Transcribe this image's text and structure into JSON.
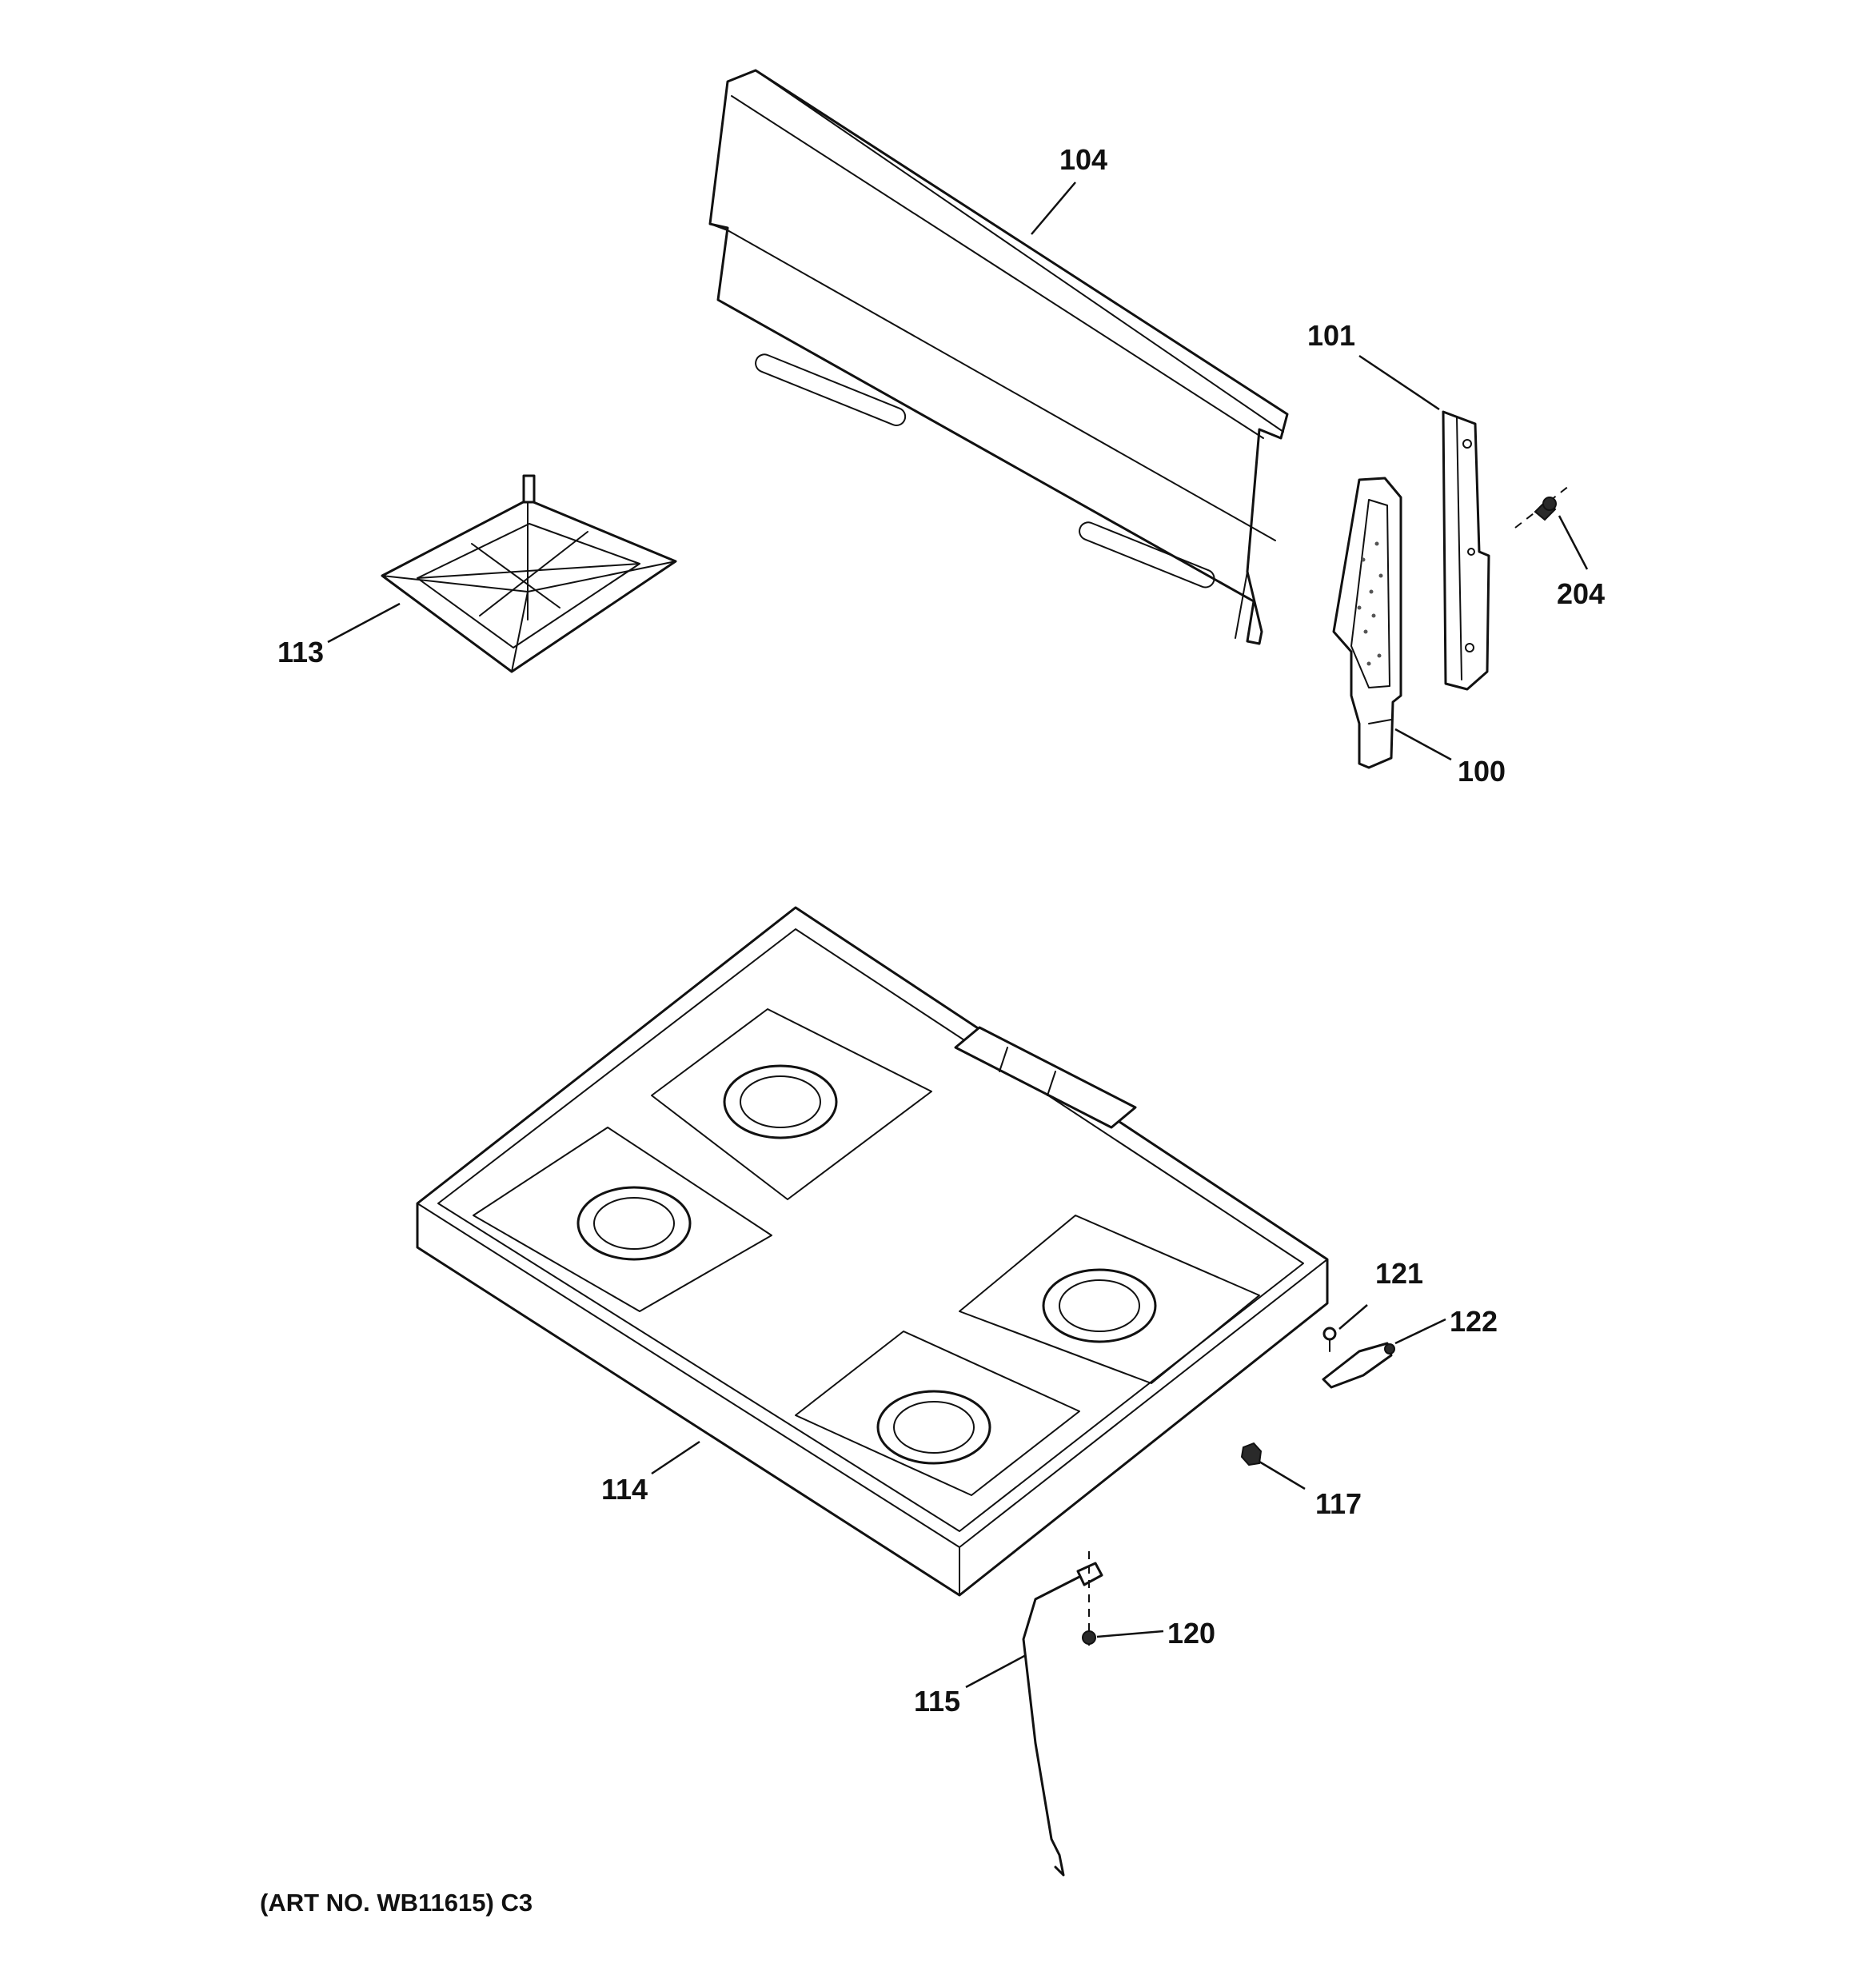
{
  "callouts": {
    "c104": "104",
    "c101": "101",
    "c204": "204",
    "c113": "113",
    "c100": "100",
    "c121": "121",
    "c122": "122",
    "c114": "114",
    "c117": "117",
    "c120": "120",
    "c115": "115"
  },
  "caption": "(ART NO. WB11615) C3"
}
